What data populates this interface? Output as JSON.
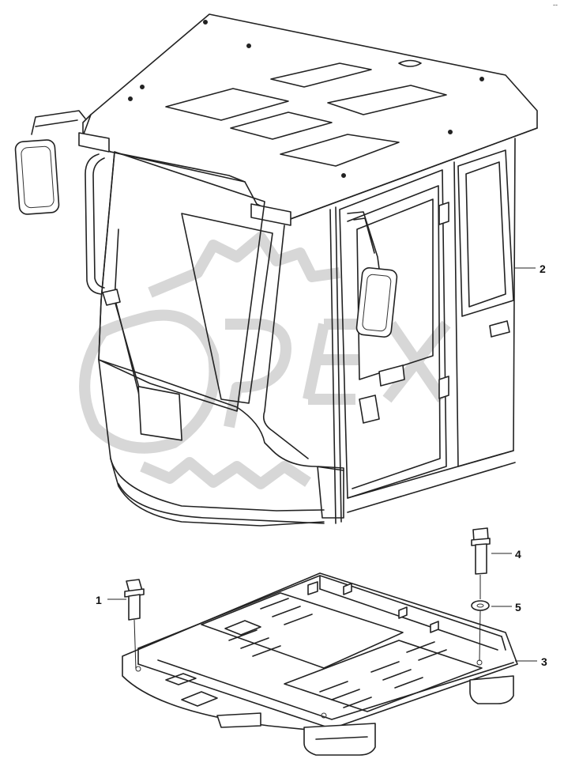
{
  "callouts": [
    {
      "id": "1",
      "label": "1"
    },
    {
      "id": "2",
      "label": "2"
    },
    {
      "id": "3",
      "label": "3"
    },
    {
      "id": "4",
      "label": "4"
    },
    {
      "id": "5",
      "label": "5"
    }
  ],
  "watermark": "OPEX",
  "corner_mark": "--",
  "colors": {
    "line": "#222222",
    "watermark": "#d7d7d7",
    "background": "#ffffff"
  }
}
